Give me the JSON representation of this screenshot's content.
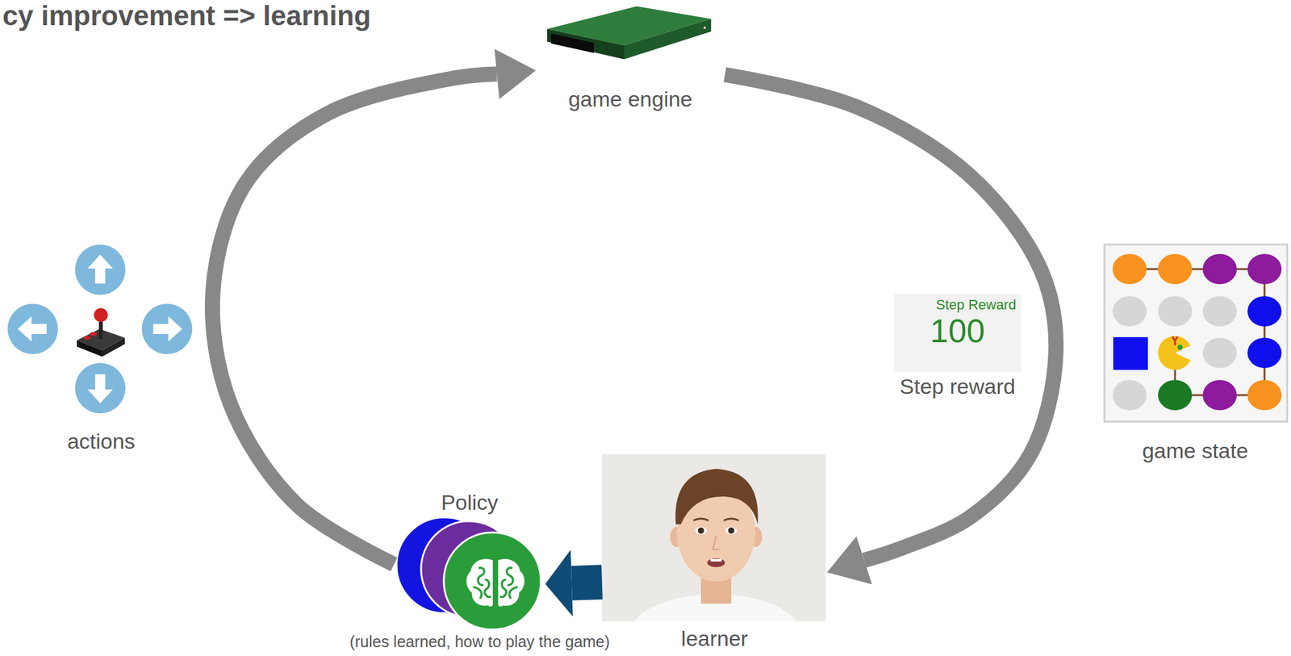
{
  "diagram": {
    "title": "cy improvement => learning",
    "nodes": [
      {
        "text": [
          "game engine"
        ]
      },
      {
        "text": [
          "actions"
        ]
      },
      {
        "text": [
          "Step Reward",
          "100",
          "Step reward"
        ]
      },
      {
        "text": [
          "game state"
        ]
      },
      {
        "text": [
          "Policy"
        ]
      },
      {
        "text": [
          "learner"
        ]
      }
    ],
    "edges": [
      {
        "from": 4,
        "to": 0,
        "arrow": "to"
      },
      {
        "from": 0,
        "to": 5,
        "arrow": "to"
      },
      {
        "from": 5,
        "to": 4,
        "arrow": "to"
      }
    ],
    "labels": [
      "(rules learned, how to play the game)"
    ]
  }
}
